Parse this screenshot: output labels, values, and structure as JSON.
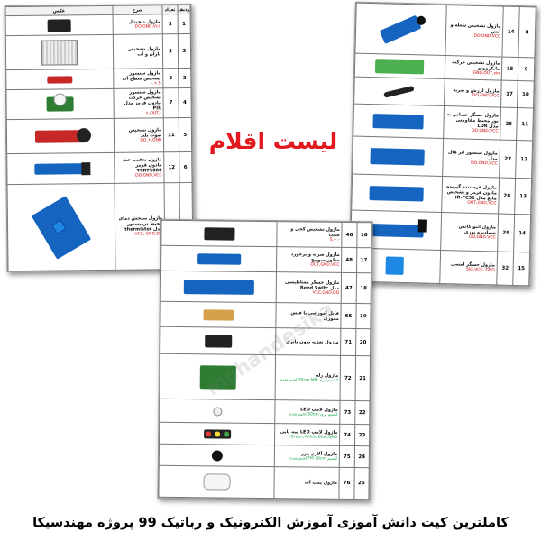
{
  "title": "لیست اقلام",
  "banner": "کاملترین کیت دانش آموزی آموزش الکترونیک و رباتیک 99 پروژه مهندسیکا",
  "watermark": "mohandesika",
  "left_sheet": {
    "headers": {
      "image": "عکس",
      "desc": "شرح",
      "qty": "تعداد",
      "row": "ردیف"
    },
    "rows": [
      {
        "row": "1",
        "qty": "3",
        "name": "ماژول دیجیتال",
        "sub": "DO,GND,Vcc"
      },
      {
        "row": "3",
        "qty": "3",
        "name": "ماژول تشخیص باران و آب",
        "sub": ""
      },
      {
        "row": "3",
        "qty": "3",
        "name": "ماژول سنسور تشخیص سطح آب",
        "sub": "S,+,-"
      },
      {
        "row": "4",
        "qty": "7",
        "name": "ماژول سنسور تشخیص حرکت مادون قرمز مدل PIR",
        "sub": "-,OUT,+"
      },
      {
        "row": "5",
        "qty": "11",
        "name": "ماژول تشخیص صوت بلند",
        "sub": "DO,+,GND"
      },
      {
        "row": "6",
        "qty": "12",
        "name": "ماژول تعقیب خط مادون قرمز TCRT5000",
        "sub": "DO,GND,VCC"
      },
      {
        "row": "7",
        "qty": "13",
        "name": "ماژول سنجش دمای محیط ترمیستور مدل thermistor",
        "sub": "VCC, GND,DO"
      }
    ]
  },
  "right_sheet": {
    "rows": [
      {
        "row": "8",
        "qty": "14",
        "name": "ماژول تشخیص شعله و آتش",
        "sub": "DO,GND,VCC"
      },
      {
        "row": "9",
        "qty": "15",
        "name": "ماژول تشخیص حرکت مایکروویو",
        "sub": "GND,OUT,vin"
      },
      {
        "row": "10",
        "qty": "17",
        "name": "ماژول لرزش و ضربه",
        "sub": "DO,GND,VCC"
      },
      {
        "row": "11",
        "qty": "26",
        "name": "ماژول حسگر حساس به نور محیط مقاومتی مدل LDR",
        "sub": "DO,GND,VCC"
      },
      {
        "row": "12",
        "qty": "27",
        "name": "ماژول سنسور اثر هال مدل",
        "sub": "DO,GND,VCC"
      },
      {
        "row": "13",
        "qty": "28",
        "name": "ماژول فرستنده گیرنده مادون قرمز و تشخیص مانع مدل IR-FC51",
        "sub": "OUT,GND,VCC"
      },
      {
        "row": "14",
        "qty": "29",
        "name": "ماژول انبو کانس سمادیزه نوری",
        "sub": "DO,GND,VCC"
      },
      {
        "row": "15",
        "qty": "32",
        "name": "ماژول حسگر لمسی",
        "sub": "SIG,VCC, GND"
      }
    ]
  },
  "center_sheet": {
    "rows": [
      {
        "row": "16",
        "qty": "46",
        "name": "ماژول تشخیص کجی و شیب",
        "sub": "-,+,S"
      },
      {
        "row": "17",
        "qty": "48",
        "name": "ماژول ضربه و برخورد سکوریسوییچ",
        "sub": "OUT,GND,VCC"
      },
      {
        "row": "18",
        "qty": "47",
        "name": "ماژول حسگر مغناطیسی مدل Reed Switc",
        "sub": "VCC,GND,DO"
      },
      {
        "row": "19",
        "qty": "65",
        "name": "فایل آموزشی با فلش مموری",
        "sub": ""
      },
      {
        "row": "20",
        "qty": "71",
        "name": "ماژول تغذیه بدون باتری",
        "sub": ""
      },
      {
        "row": "21",
        "qty": "72",
        "name": "ماژول رله",
        "sub": "2 سیم نری 30cm MM لحیم شده",
        "green": true
      },
      {
        "row": "22",
        "qty": "73",
        "name": "ماژول لامپ LED",
        "sub": "2سیم نری 30cm لحیم شده",
        "green": true
      },
      {
        "row": "23",
        "qty": "74",
        "name": "ماژول لامپ LED سه تایی",
        "sub": "Green,Yellow,Blue,GND,",
        "green": true
      },
      {
        "row": "24",
        "qty": "75",
        "name": "ماژول آلارم بازر",
        "sub": "2سیم FM 30cm لحیم شده",
        "green": true
      },
      {
        "row": "25",
        "qty": "76",
        "name": "ماژول پمپ آب",
        "sub": ""
      }
    ]
  }
}
